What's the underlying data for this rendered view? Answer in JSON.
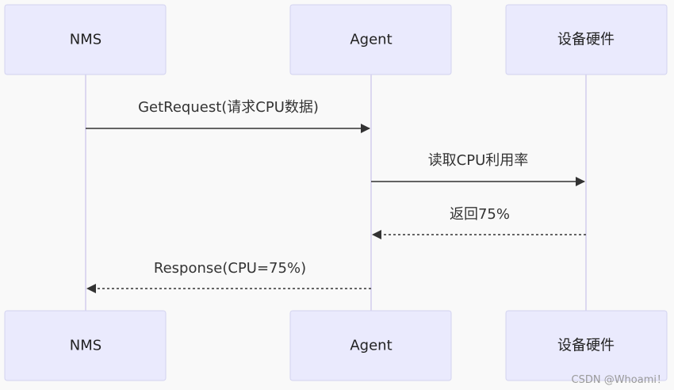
{
  "participants": [
    {
      "id": "nms",
      "label": "NMS"
    },
    {
      "id": "agent",
      "label": "Agent"
    },
    {
      "id": "hw",
      "label": "设备硬件"
    }
  ],
  "messages": [
    {
      "from": "nms",
      "to": "agent",
      "label": "GetRequest(请求CPU数据)",
      "style": "solid"
    },
    {
      "from": "agent",
      "to": "hw",
      "label": "读取CPU利用率",
      "style": "solid"
    },
    {
      "from": "hw",
      "to": "agent",
      "label": "返回75%",
      "style": "dotted"
    },
    {
      "from": "agent",
      "to": "nms",
      "label": "Response(CPU=75%)",
      "style": "dotted"
    }
  ],
  "watermark": "CSDN @Whoami！",
  "colors": {
    "background": "#f9f9f9",
    "actor_fill": "#eaeafd",
    "actor_border": "#d3d3f0",
    "lifeline": "#dcd8f0",
    "arrow": "#333333"
  }
}
